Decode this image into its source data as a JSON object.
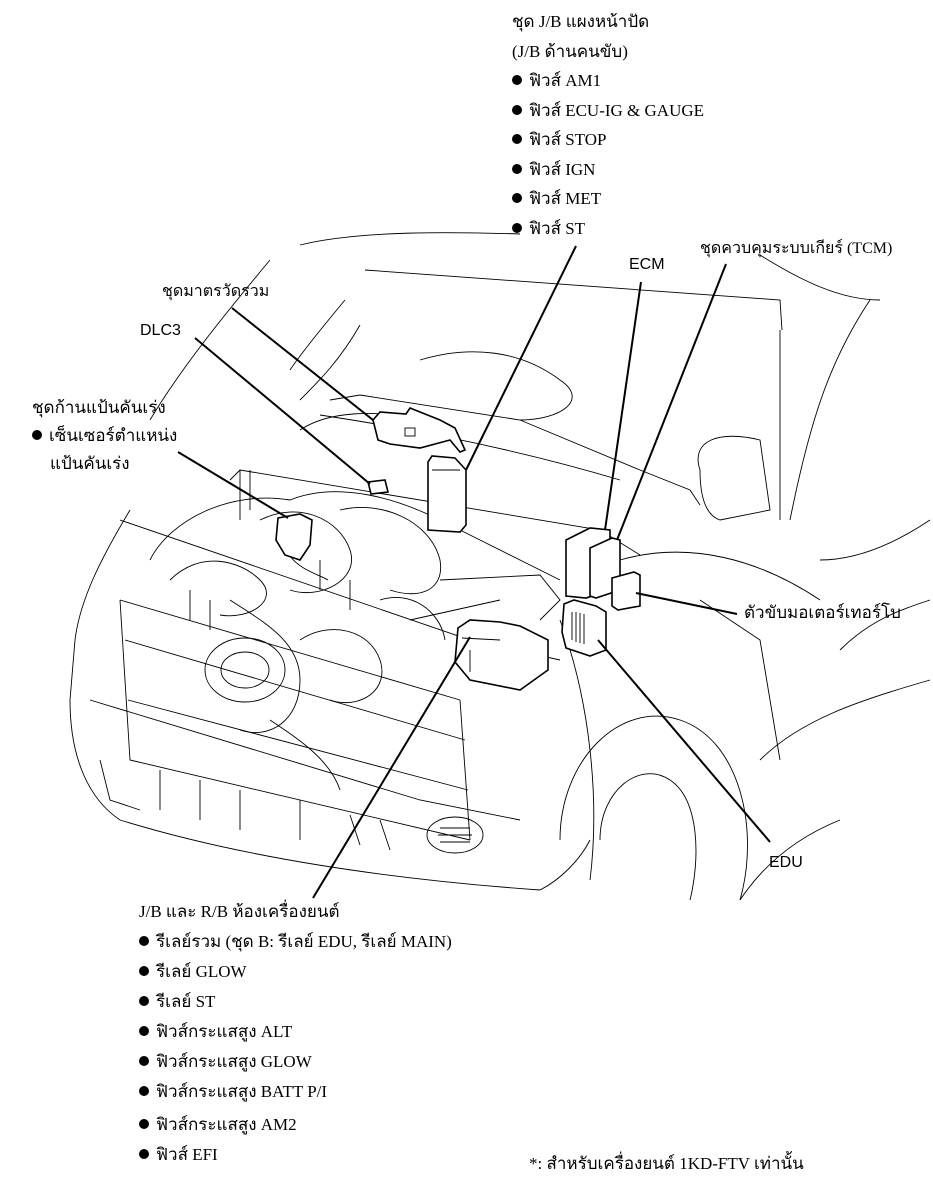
{
  "diagram": {
    "type": "component-location-illustration",
    "subject": "vehicle engine compartment and dashboard"
  },
  "labels": {
    "jb_instrument_panel": {
      "title": "ชุด J/B แผงหน้าปัด",
      "subtitle": "(J/B ด้านคนขับ)",
      "items": [
        "ฟิวส์ AM1",
        "ฟิวส์ ECU-IG & GAUGE",
        "ฟิวส์ STOP",
        "ฟิวส์ IGN",
        "ฟิวส์ MET",
        "ฟิวส์ ST"
      ]
    },
    "ecm": "ECM",
    "tcm": "ชุดควบคุมระบบเกียร์ (TCM)",
    "combination_meter": "ชุดมาตรวัดรวม",
    "dlc3": "DLC3",
    "accelerator_pedal": {
      "title": "ชุดก้านแป้นคันเร่ง",
      "items": [
        "เซ็นเซอร์ตำแหน่ง"
      ],
      "continuation": "แป้นคันเร่ง"
    },
    "turbo_motor_driver": "ตัวขับมอเตอร์เทอร์โบ",
    "edu": "EDU",
    "jb_rb_engine_room": {
      "title": "J/B และ R/B ห้องเครื่องยนต์",
      "items": [
        "รีเลย์รวม (ชุด B: รีเลย์ EDU, รีเลย์ MAIN)",
        "รีเลย์ GLOW",
        "รีเลย์ ST",
        "ฟิวส์กระแสสูง ALT",
        "ฟิวส์กระแสสูง GLOW",
        "ฟิวส์กระแสสูง BATT P/I",
        "ฟิวส์กระแสสูง AM2",
        "ฟิวส์ EFI"
      ]
    },
    "footnote": "*: สำหรับเครื่องยนต์ 1KD-FTV เท่านั้น"
  }
}
